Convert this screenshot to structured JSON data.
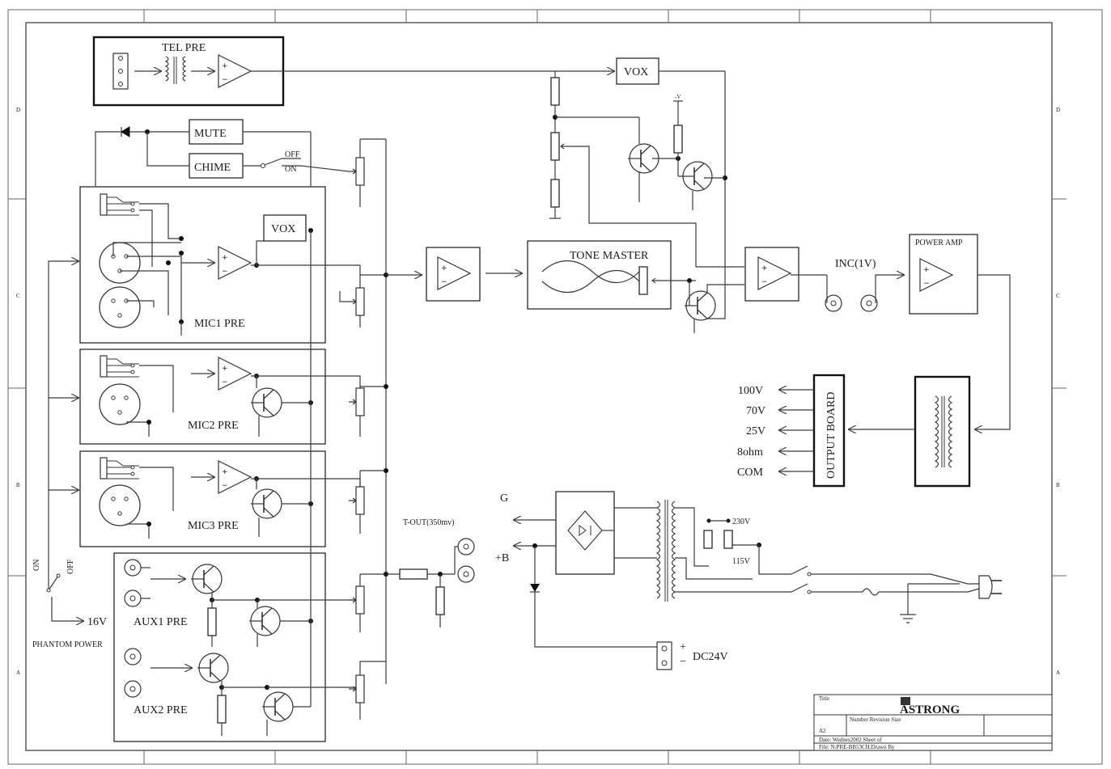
{
  "blocks": {
    "tel_pre": "TEL PRE",
    "vox_top": "VOX",
    "mute": "MUTE",
    "chime": "CHIME",
    "off": "OFF",
    "on": "ON",
    "vox_mic": "VOX",
    "mic1": "MIC1 PRE",
    "mic2": "MIC2 PRE",
    "mic3": "MIC3 PRE",
    "aux1": "AUX1 PRE",
    "aux2": "AUX2 PRE",
    "tone_master": "TONE MASTER",
    "inc": "INC(1V)",
    "power_amp": "POWER AMP",
    "output_board": "OUTPUT BOARD",
    "t_out": "T-OUT(350mv)",
    "g": "G",
    "plus_b": "+B",
    "v230": "230V",
    "v115": "115V",
    "dc24": "DC24V",
    "plus": "+",
    "minus": "−",
    "phantom_on": "ON",
    "phantom_off": "OFF",
    "v16": "16V",
    "phantom_power": "PHANTOM POWER",
    "minus_v": "-V"
  },
  "outputs": [
    "100V",
    "70V",
    "25V",
    "8ohm",
    "COM"
  ],
  "frame": {
    "row_labels": [
      "D",
      "C",
      "B",
      "A"
    ]
  },
  "title_block": {
    "logo": "ASTRONG",
    "title_label": "Title",
    "number_label": "Number Revision Size",
    "size": "A2",
    "date_line": "Date: Wednes2002 Sheet   of",
    "file_line": "File: N:PRE-BB53CH.Drawn  By"
  },
  "icons": [
    "opamp-icon",
    "transformer-icon",
    "transistor-icon",
    "resistor-icon",
    "potentiometer-icon",
    "diode-icon",
    "rca-jack-icon",
    "xlr-connector-icon",
    "bridge-rectifier-icon",
    "ground-icon",
    "plug-icon",
    "fuse-icon",
    "switch-icon"
  ]
}
